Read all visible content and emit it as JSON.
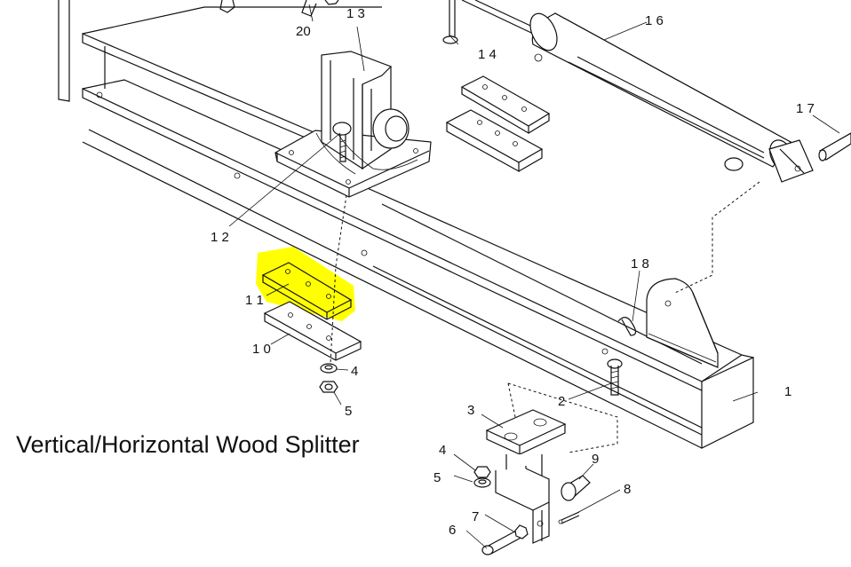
{
  "diagram": {
    "title": "Vertical/Horizontal Wood Splitter",
    "highlight_color": "#ffff00",
    "highlighted_part": "11",
    "callouts": {
      "p1": "1",
      "p2": "2",
      "p3": "3",
      "p4a": "4",
      "p4b": "4",
      "p5a": "5",
      "p5b": "5",
      "p6": "6",
      "p7": "7",
      "p8": "8",
      "p9": "9",
      "p10": "1 0",
      "p11": "1 1",
      "p12": "1 2",
      "p13": "1 3",
      "p14": "1 4",
      "p16": "1 6",
      "p17": "1 7",
      "p18": "1 8",
      "p20": "20"
    }
  }
}
